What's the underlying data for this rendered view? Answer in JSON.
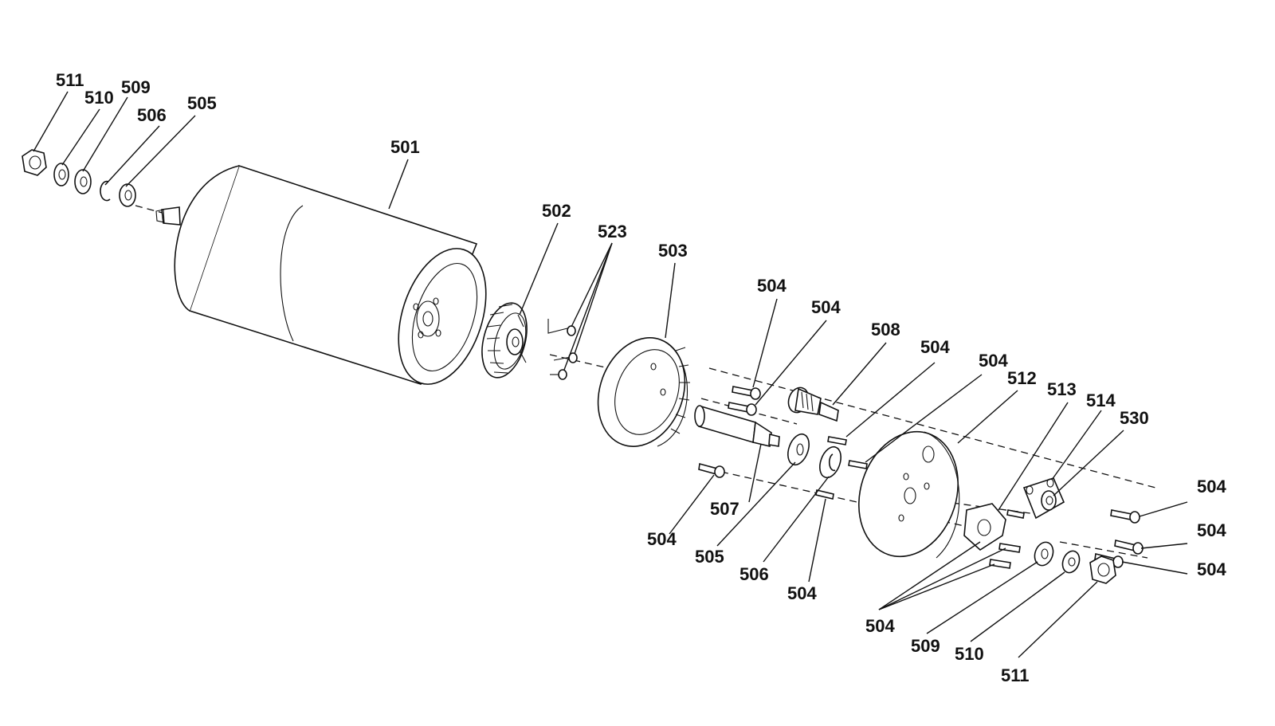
{
  "labels": {
    "l511a": "511",
    "l510a": "510",
    "l509a": "509",
    "l506a": "506",
    "l505a": "505",
    "l501": "501",
    "l502": "502",
    "l523": "523",
    "l503": "503",
    "l504a": "504",
    "l504b": "504",
    "l508": "508",
    "l504c": "504",
    "l504d": "504",
    "l512": "512",
    "l513": "513",
    "l514": "514",
    "l530": "530",
    "l504e": "504",
    "l504f": "504",
    "l504g": "504",
    "l504h": "504",
    "l507": "507",
    "l505b": "505",
    "l506b": "506",
    "l504i": "504",
    "l504j": "504",
    "l509b": "509",
    "l510b": "510",
    "l511b": "511"
  }
}
